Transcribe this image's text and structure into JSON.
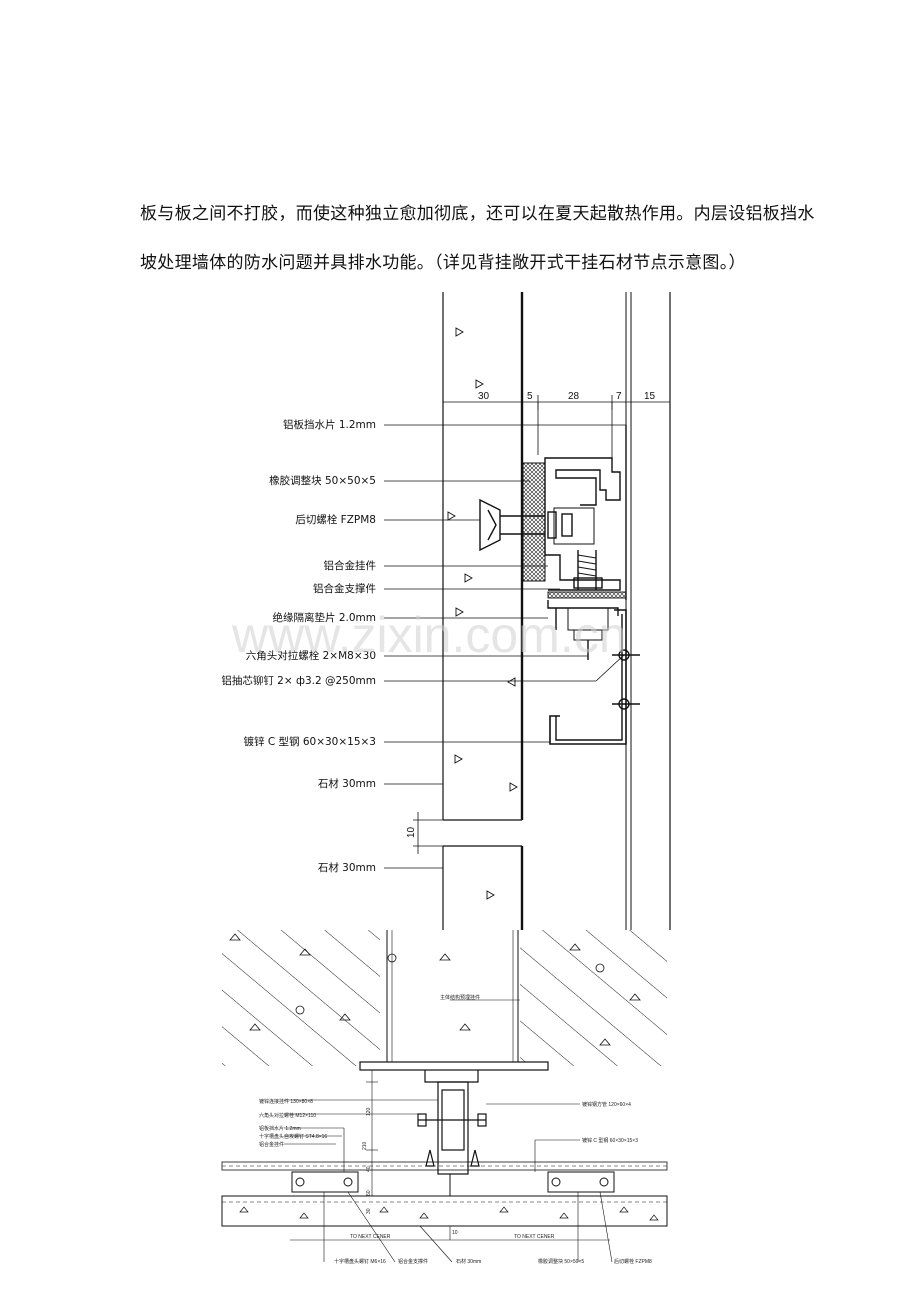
{
  "paragraph": {
    "line1": "板与板之间不打胶，而使这种独立愈加彻底，还可以在夏天起散热作用。内层设铝板挡水",
    "line2": "坡处理墙体的防水问题并具排水功能。（详见背挂敞开式干挂石材节点示意图。）"
  },
  "drawing1": {
    "dimensions": [
      "30",
      "5",
      "28",
      "7",
      "15",
      "10"
    ],
    "labels": [
      "铝板挡水片 1.2mm",
      "橡胶调整块 50×50×5",
      "后切螺栓 FZPM8",
      "铝合金挂件",
      "铝合金支撑件",
      "绝缘隔离垫片 2.0mm",
      "六角头对拉螺栓 2×M8×30",
      "铝抽芯铆钉 2× ф3.2 @250mm",
      "镀锌 C 型钢  60×30×15×3",
      "石材  30mm",
      "石材  30mm"
    ]
  },
  "drawing2": {
    "top_label": "主体结构预埋挂件",
    "left_labels": [
      "镀锌连接挂件 130×80×8",
      "六角头对拉螺栓 M12×110",
      "铝板挡水片 1.2mm",
      "十字槽盘头自攻螺钉 ST4.8×16",
      "铝合金挂件"
    ],
    "right_labels": [
      "镀锌钢方管 120×60×4",
      "镀锌 C 型钢 60×30×15×3"
    ],
    "vertical_dims": [
      "120",
      "210",
      "40",
      "60",
      "30"
    ],
    "bottom_dim": "10",
    "span_labels": [
      "TO   NEXT CENER",
      "TO   NEXT CENER"
    ],
    "bottom_labels": [
      "十字槽盘头螺钉 M6×16",
      "铝合金支撑件",
      "石材 30mm",
      "橡胶调整块 50×50×5",
      "后切螺栓 FZPM8"
    ]
  },
  "watermark": "www.zixin.com.cn"
}
